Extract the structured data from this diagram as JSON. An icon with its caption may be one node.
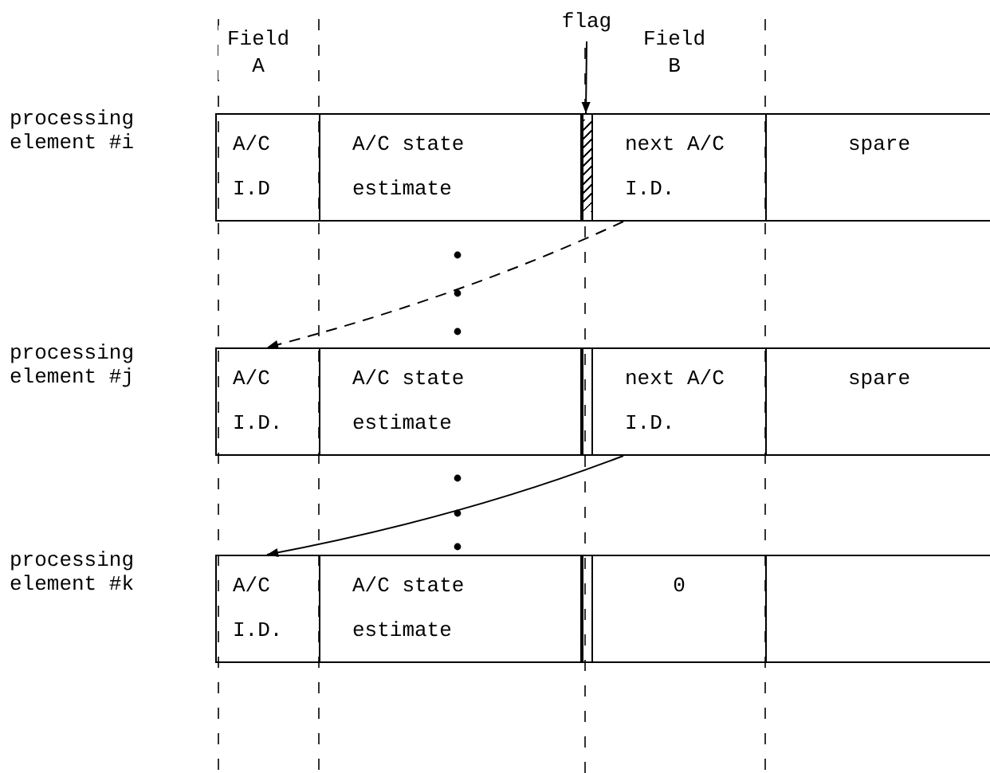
{
  "diagram": {
    "nodes": [
      {
        "text": [
          "flag"
        ]
      },
      {
        "text": [],
        "shape": "box",
        "beside": [
          "processing element #i"
        ]
      },
      {
        "text": [
          "A/C I.D"
        ],
        "in": 1
      },
      {
        "text": [
          "A/C state estimate"
        ],
        "in": 1
      },
      {
        "text": [],
        "shape": "bar",
        "in": 1
      },
      {
        "text": [
          "next A/C I.D."
        ],
        "in": 1
      },
      {
        "text": [
          "spare"
        ],
        "in": 1
      },
      {
        "text": [],
        "shape": "box",
        "beside": [
          "processing element #j"
        ]
      },
      {
        "text": [
          "A/C I.D."
        ],
        "in": 7
      },
      {
        "text": [
          "A/C state estimate"
        ],
        "in": 7
      },
      {
        "text": [
          "next A/C I.D."
        ],
        "in": 7
      },
      {
        "text": [
          "spare"
        ],
        "in": 7
      },
      {
        "text": [],
        "shape": "box",
        "beside": [
          "processing element #k"
        ]
      },
      {
        "text": [
          "A/C I.D."
        ],
        "in": 12
      },
      {
        "text": [
          "A/C state estimate"
        ],
        "in": 12
      },
      {
        "text": [
          "0"
        ],
        "in": 12
      },
      {
        "text": [],
        "shape": "box",
        "in": 12
      }
    ],
    "edges": [
      {
        "from": 0,
        "to": 4,
        "arrow": "to"
      },
      {
        "from": 5,
        "to": 8,
        "arrow": "to",
        "style": "dashed"
      },
      {
        "from": 10,
        "to": 13,
        "arrow": "to"
      }
    ],
    "labels": [
      "Field A",
      "Field B"
    ]
  }
}
